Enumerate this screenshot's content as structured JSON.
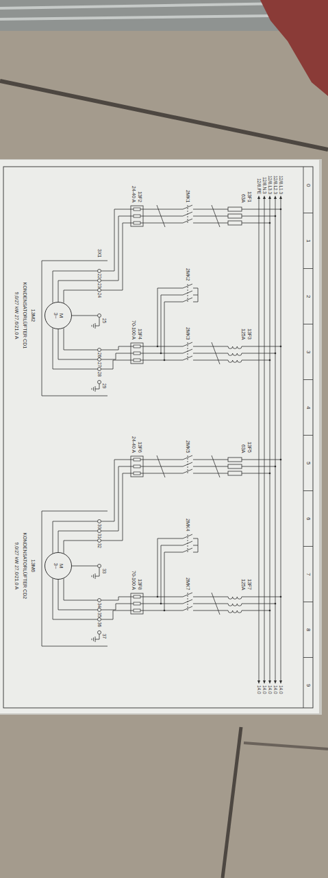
{
  "diagram": {
    "nodes": [
      {
        "text": [
          "M",
          "3~"
        ]
      },
      {
        "text": [
          "M",
          "3~"
        ]
      }
    ],
    "labels": [
      "12/8.L1.3",
      "12/8.L2.3",
      "12/8.L3.3",
      "12/8.N.3",
      "12/8.PE",
      "0",
      "1",
      "2",
      "3",
      "4",
      "5",
      "6",
      "7",
      "8",
      "9",
      "13F1",
      "63A",
      "13F3",
      "125A",
      "2MK1",
      "2MK2",
      "2MK3",
      "13F2",
      "24-40 A",
      "13F4",
      "70-100 A",
      "3X1",
      "22",
      "23",
      "24",
      "25",
      "26",
      "27",
      "28",
      "29",
      "13M2",
      "KONDENSATORLÜFTER CD1",
      "9,0/27 kW 27,6/21,0 A",
      "13F5",
      "63A",
      "13F7",
      "125A",
      "2MK5",
      "2MK4",
      "2MK7",
      "13F6",
      "24-40 A",
      "13F8",
      "70-100 A",
      "30",
      "31",
      "32",
      "33",
      "34",
      "35",
      "36",
      "37",
      "13M6",
      "KONDENSATORLÜFTER CD2",
      "9,0/27 kW 27,0/21,0 A",
      "14.0",
      "14.0",
      "14.0",
      "14.0",
      "14.0"
    ]
  }
}
